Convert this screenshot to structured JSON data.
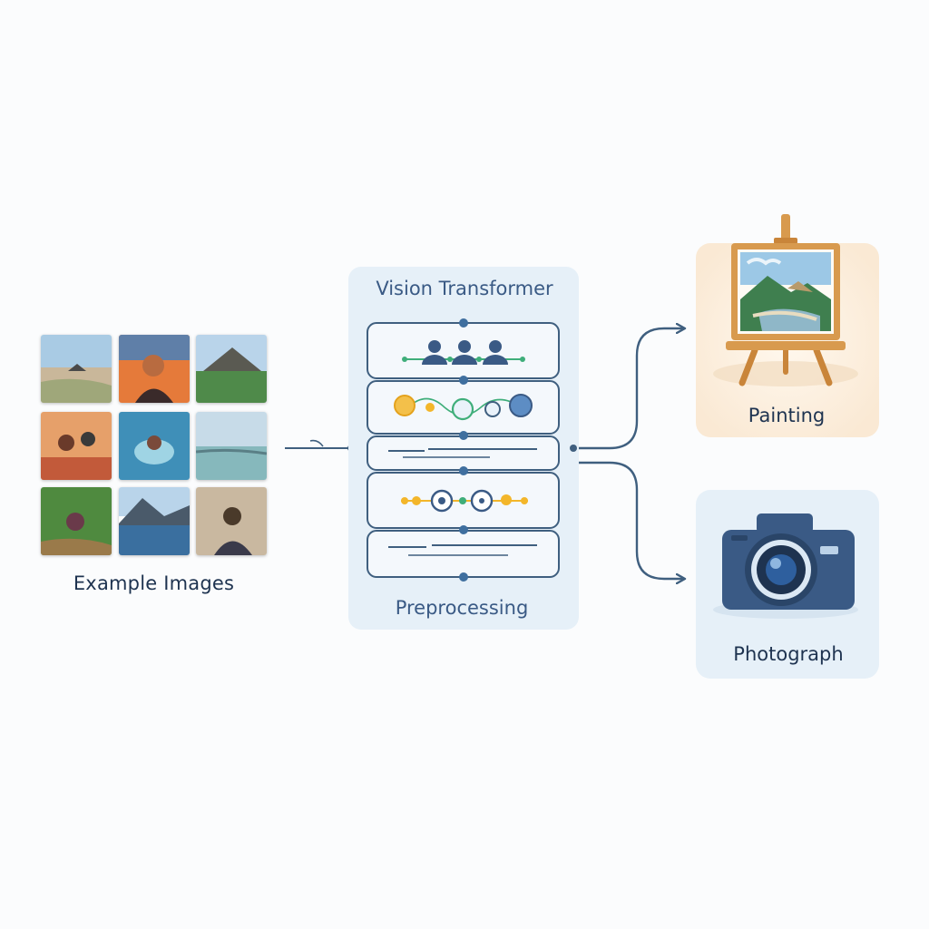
{
  "example_images": {
    "caption": "Example Images",
    "thumbnails": [
      {
        "subject": "plains landscape"
      },
      {
        "subject": "portrait at sunset"
      },
      {
        "subject": "mountain landscape"
      },
      {
        "subject": "figures in colorful scene"
      },
      {
        "subject": "figure in blue water"
      },
      {
        "subject": "lake landscape"
      },
      {
        "subject": "figure in forest"
      },
      {
        "subject": "mountain lake"
      },
      {
        "subject": "portrait in mist"
      }
    ]
  },
  "model": {
    "title": "Vision Transformer",
    "subtitle": "Preprocessing"
  },
  "outputs": {
    "painting": {
      "label": "Painting",
      "icon": "easel-painting-icon"
    },
    "photograph": {
      "label": "Photograph",
      "icon": "camera-icon"
    }
  },
  "colors": {
    "line": "#3f5f7f",
    "panel": "#e6f0f8",
    "painting_card": "#fbeedd",
    "photo_card": "#e6f0f8",
    "accent_green": "#3fae7a",
    "accent_yellow": "#f3b62a"
  }
}
